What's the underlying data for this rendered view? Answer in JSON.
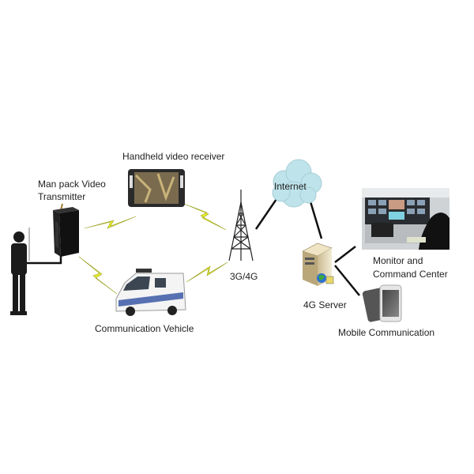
{
  "labels": {
    "handheld_receiver": "Handheld video receiver",
    "transmitter_line1": "Man pack Video",
    "transmitter_line2": "Transmitter",
    "vehicle": "Communication Vehicle",
    "tower": "3G/4G",
    "internet": "Internet",
    "server": "4G Server",
    "monitor_line1": "Monitor and",
    "monitor_line2": "Command Center",
    "mobile": "Mobile Communication"
  },
  "colors": {
    "lightning": "#e8ef2a",
    "cloud": "#bfe3ea",
    "line": "#111111"
  }
}
